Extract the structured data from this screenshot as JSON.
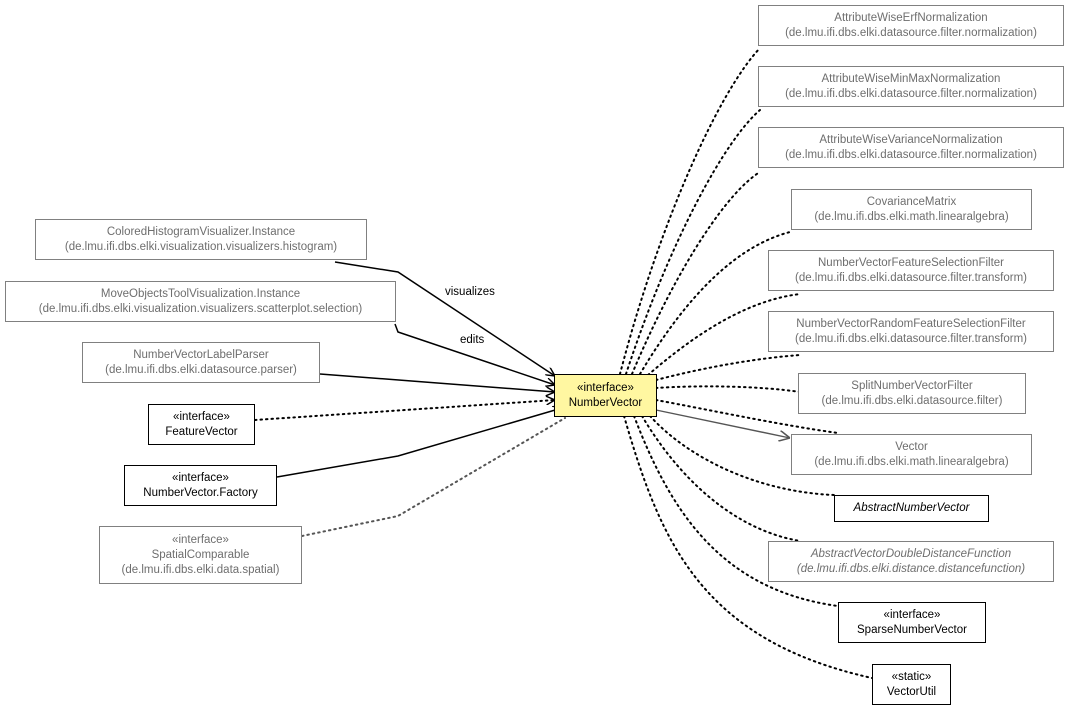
{
  "nodes": [
    {
      "id": "awerf",
      "lines": [
        "AttributeWiseErfNormalization",
        "(de.lmu.ifi.dbs.elki.datasource.filter.normalization)"
      ]
    },
    {
      "id": "awminmax",
      "lines": [
        "AttributeWiseMinMaxNormalization",
        "(de.lmu.ifi.dbs.elki.datasource.filter.normalization)"
      ]
    },
    {
      "id": "awvar",
      "lines": [
        "AttributeWiseVarianceNormalization",
        "(de.lmu.ifi.dbs.elki.datasource.filter.normalization)"
      ]
    },
    {
      "id": "covmat",
      "lines": [
        "CovarianceMatrix",
        "(de.lmu.ifi.dbs.elki.math.linearalgebra)"
      ]
    },
    {
      "id": "nvfsf",
      "lines": [
        "NumberVectorFeatureSelectionFilter",
        "(de.lmu.ifi.dbs.elki.datasource.filter.transform)"
      ]
    },
    {
      "id": "nvrfsf",
      "lines": [
        "NumberVectorRandomFeatureSelectionFilter",
        "(de.lmu.ifi.dbs.elki.datasource.filter.transform)"
      ]
    },
    {
      "id": "snvf",
      "lines": [
        "SplitNumberVectorFilter",
        "(de.lmu.ifi.dbs.elki.datasource.filter)"
      ]
    },
    {
      "id": "vector",
      "lines": [
        "Vector",
        "(de.lmu.ifi.dbs.elki.math.linearalgebra)"
      ]
    },
    {
      "id": "anv",
      "lines": [
        "AbstractNumberVector"
      ]
    },
    {
      "id": "avddf",
      "lines": [
        "AbstractVectorDoubleDistanceFunction",
        "(de.lmu.ifi.dbs.elki.distance.distancefunction)"
      ]
    },
    {
      "id": "snv",
      "lines": [
        "«interface»",
        "SparseNumberVector"
      ]
    },
    {
      "id": "vutil",
      "lines": [
        "«static»",
        "VectorUtil"
      ]
    },
    {
      "id": "chvi",
      "lines": [
        "ColoredHistogramVisualizer.Instance",
        "(de.lmu.ifi.dbs.elki.visualization.visualizers.histogram)"
      ]
    },
    {
      "id": "motvi",
      "lines": [
        "MoveObjectsToolVisualization.Instance",
        "(de.lmu.ifi.dbs.elki.visualization.visualizers.scatterplot.selection)"
      ]
    },
    {
      "id": "nvlp",
      "lines": [
        "NumberVectorLabelParser",
        "(de.lmu.ifi.dbs.elki.datasource.parser)"
      ]
    },
    {
      "id": "fv",
      "lines": [
        "«interface»",
        "FeatureVector"
      ]
    },
    {
      "id": "nvfac",
      "lines": [
        "«interface»",
        "NumberVector.Factory"
      ]
    },
    {
      "id": "spcomp",
      "lines": [
        "«interface»",
        "SpatialComparable",
        "(de.lmu.ifi.dbs.elki.data.spatial)"
      ]
    },
    {
      "id": "nv",
      "lines": [
        "«interface»",
        "NumberVector"
      ]
    }
  ],
  "edge_labels": {
    "visualizes": "visualizes",
    "edits": "edits"
  }
}
